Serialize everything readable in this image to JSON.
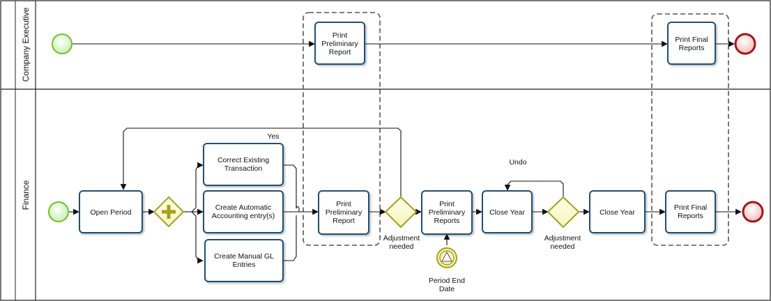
{
  "lanes": [
    {
      "label": "Company Executive"
    },
    {
      "label": "Finance"
    }
  ],
  "tasks": {
    "exec_print_prelim": [
      "Print",
      "Preliminary",
      "Report"
    ],
    "exec_print_final": [
      "Print Final",
      "Reports"
    ],
    "open_period": [
      "Open Period"
    ],
    "correct_existing": [
      "Correct Existing",
      "Transaction"
    ],
    "create_automatic": [
      "Create Automatic",
      "Accounting entry(s)"
    ],
    "create_manual": [
      "Create Manual GL",
      "Entries"
    ],
    "fin_print_prelim_report": [
      "Print",
      "Preliminary",
      "Report"
    ],
    "fin_print_prelim_reports": [
      "Print",
      "Preliminary",
      "Reports"
    ],
    "close_year_1": [
      "Close Year"
    ],
    "close_year_2": [
      "Close Year"
    ],
    "fin_print_final": [
      "Print Final",
      "Reports"
    ]
  },
  "labels": {
    "yes": "Yes",
    "undo": "Undo",
    "adjustment_1": [
      "Adjustment",
      "needed"
    ],
    "adjustment_2": [
      "Adjustment",
      "needed"
    ],
    "period_end": [
      "Period End",
      "Date"
    ]
  },
  "colors": {
    "task_border": "#1a4f78",
    "start_event": "#6fbf2a",
    "end_event": "#a01818",
    "gateway": "#a3a01a"
  }
}
